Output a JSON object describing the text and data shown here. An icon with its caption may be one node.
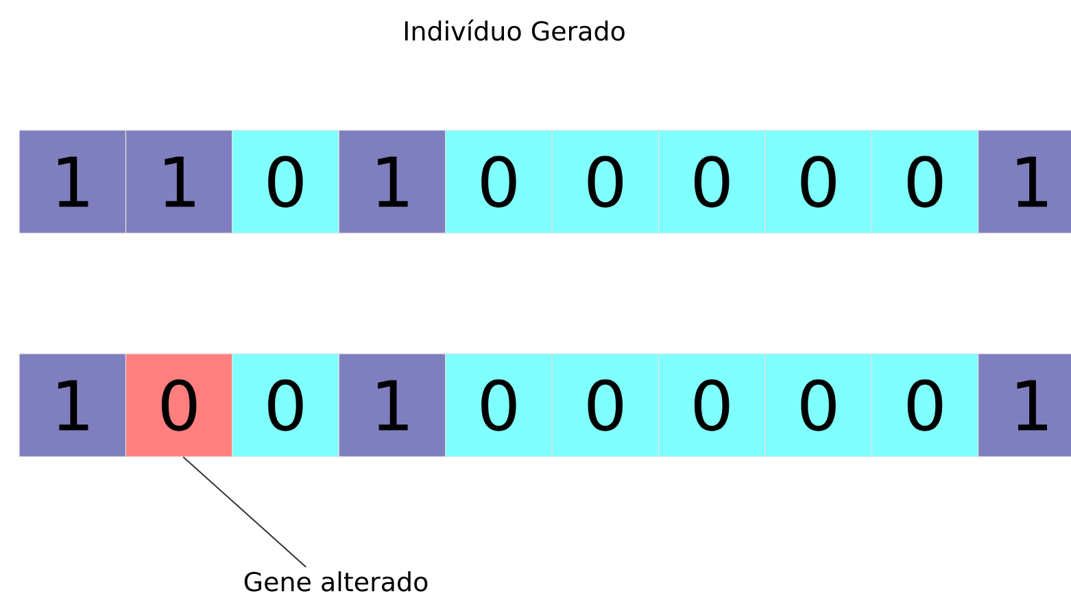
{
  "diagram": {
    "title": "Indivíduo Gerado",
    "nodes": [
      {
        "text": [
          "1"
        ]
      },
      {
        "text": [
          "1"
        ]
      },
      {
        "text": [
          "0"
        ]
      },
      {
        "text": [
          "1"
        ]
      },
      {
        "text": [
          "0"
        ]
      },
      {
        "text": [
          "0"
        ]
      },
      {
        "text": [
          "0"
        ]
      },
      {
        "text": [
          "0"
        ]
      },
      {
        "text": [
          "0"
        ]
      },
      {
        "text": [
          "1"
        ]
      },
      {
        "text": [
          "1"
        ]
      },
      {
        "text": [
          "0"
        ]
      },
      {
        "text": [
          "0"
        ]
      },
      {
        "text": [
          "1"
        ]
      },
      {
        "text": [
          "0"
        ]
      },
      {
        "text": [
          "0"
        ]
      },
      {
        "text": [
          "0"
        ]
      },
      {
        "text": [
          "0"
        ]
      },
      {
        "text": [
          "0"
        ]
      },
      {
        "text": [
          "1"
        ]
      },
      {
        "text": [
          "Gene alterado"
        ]
      }
    ],
    "edges": [
      {
        "from": 20,
        "to": 11,
        "arrow": "none"
      }
    ]
  }
}
